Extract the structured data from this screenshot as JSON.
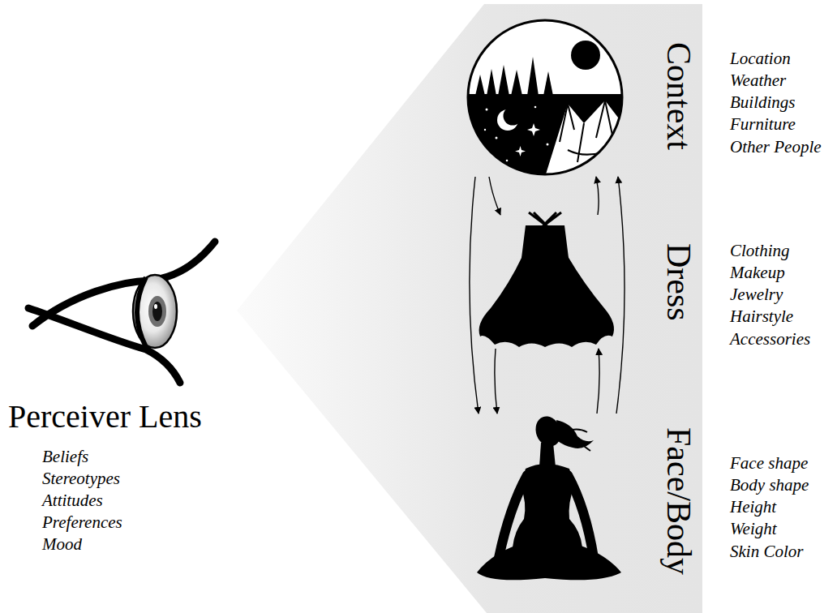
{
  "diagram": {
    "nodes": [
      {
        "text": [
          "Perceiver Lens"
        ]
      },
      {
        "text": [
          "Context"
        ]
      },
      {
        "text": [
          "Dress"
        ]
      },
      {
        "text": [
          "Face/Body"
        ]
      }
    ],
    "edges": [
      {
        "from": 1,
        "to": 2,
        "arrow": "to"
      },
      {
        "from": 1,
        "to": 3,
        "arrow": "to"
      },
      {
        "from": 2,
        "to": 1,
        "arrow": "to"
      },
      {
        "from": 3,
        "to": 1,
        "arrow": "to"
      },
      {
        "from": 2,
        "to": 3,
        "arrow": "to"
      },
      {
        "from": 3,
        "to": 2,
        "arrow": "to"
      }
    ],
    "labels": [
      "Beliefs",
      "Stereotypes",
      "Attitudes",
      "Preferences",
      "Mood",
      "Location",
      "Weather",
      "Buildings",
      "Furniture",
      "Other People",
      "Clothing",
      "Makeup",
      "Jewelry",
      "Hairstyle",
      "Accessories",
      "Face shape",
      "Body shape",
      "Height",
      "Weight",
      "Skin Color"
    ]
  }
}
